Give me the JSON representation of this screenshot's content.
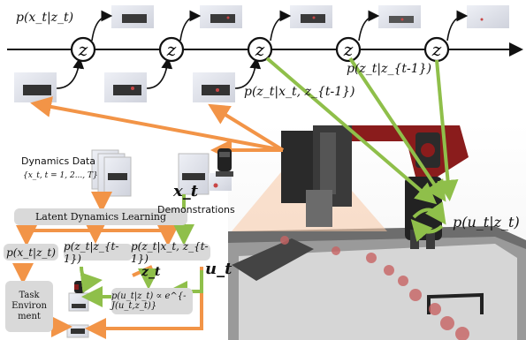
{
  "top_chain": {
    "node_label": "z",
    "emission_label": "p(x_t|z_t)",
    "transition_label": "p(z_t|z_{t-1})",
    "inference_label": "p(z_t|x_t, z_{t-1})"
  },
  "left_panel": {
    "dynamics_title": "Dynamics Data",
    "dynamics_set": "{x_t, t = 1, 2..., T}",
    "latent_learning": "Latent Dynamics Learning",
    "emission_model": "p(x_t|z_t)",
    "transition_model": "p(z_t|z_{t-1})",
    "inference_model": "p(z_t|x_t, z_{t-1})",
    "policy_expr": "p(u_t|z_t) ∝ e^{-J(u_t,z_t)}",
    "task_env_lines": [
      "Task",
      "Environ",
      "ment"
    ],
    "demo_x": "x_t",
    "demonstrations": "Demonstrations",
    "z_t": "z_t",
    "u_t": "u_t"
  },
  "robot_panel": {
    "policy_label": "p(u_t|z_t)"
  },
  "colors": {
    "orange_arrow": "#f29447",
    "green_arrow": "#8fbf4a",
    "pill_gray": "#d9d9d9"
  }
}
